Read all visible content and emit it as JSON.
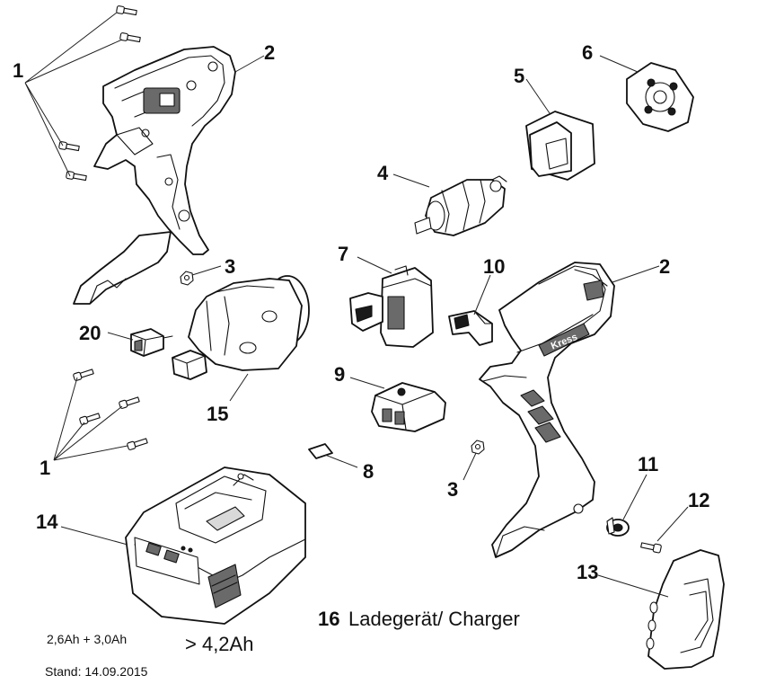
{
  "callouts": {
    "c1_top": "1",
    "c2_top": "2",
    "c3_top": "3",
    "c4": "4",
    "c5": "5",
    "c6": "6",
    "c7": "7",
    "c8": "8",
    "c9": "9",
    "c10": "10",
    "c2_right": "2",
    "c3_bottom": "3",
    "c11": "11",
    "c12": "12",
    "c13": "13",
    "c14": "14",
    "c15": "15",
    "c20": "20",
    "c1_bottom": "1"
  },
  "charger": {
    "number": "16",
    "label": "Ladegerät/ Charger"
  },
  "battery": {
    "small_capacity": "2,6Ah + 3,0Ah",
    "large_capacity": "> 4,2Ah"
  },
  "footer": {
    "date": "Stand: 14.09.2015"
  },
  "housing_logo": "Kress"
}
